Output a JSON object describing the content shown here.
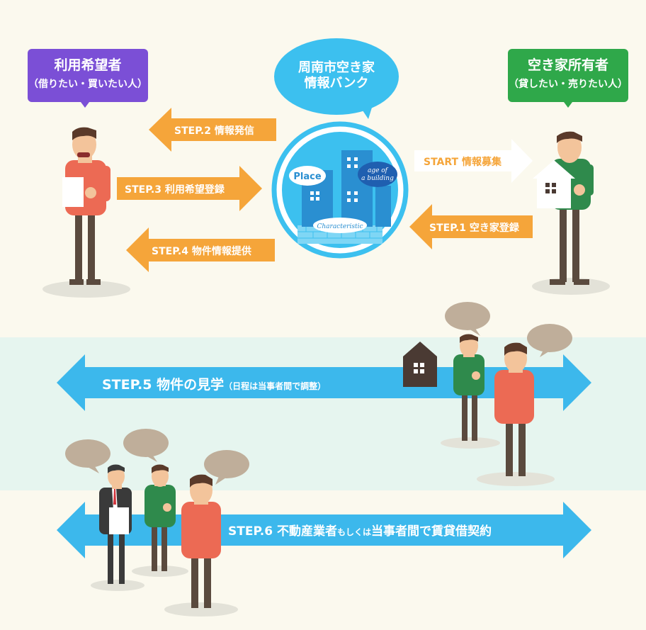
{
  "roles": {
    "left": {
      "title": "利用希望者",
      "subtitle": "（借りたい・買いたい人）",
      "color": "#7b4fd6"
    },
    "right": {
      "title": "空き家所有者",
      "subtitle": "（貸したい・売りたい人）",
      "color": "#2fa84a"
    },
    "center": {
      "line1": "周南市空き家",
      "line2": "情報バンク",
      "color": "#3cc0ef"
    }
  },
  "illustration": {
    "place": "Place",
    "age1": "age of",
    "age2": "a building",
    "characteristic": "Characteristic"
  },
  "steps": {
    "start": "START 情報募集",
    "step1": "STEP.1 空き家登録",
    "step2": "STEP.2 情報発信",
    "step3": "STEP.3 利用希望登録",
    "step4": "STEP.4 物件情報提供",
    "step5_main": "STEP.5 物件の見学",
    "step5_note": "（日程は当事者間で調整）",
    "step6_a": "STEP.6 不動産業者",
    "step6_b": "もしくは",
    "step6_c": "当事者間で賃貸借契約"
  },
  "colors": {
    "orange": "#f5a53a",
    "blue": "#3cb8ec",
    "red_shirt": "#ec6a54",
    "green_shirt": "#2f8a4c",
    "skin": "#f3c49b",
    "hair": "#5a3a2a",
    "pants": "#5a4a3e",
    "bubble": "#bfae9a"
  }
}
